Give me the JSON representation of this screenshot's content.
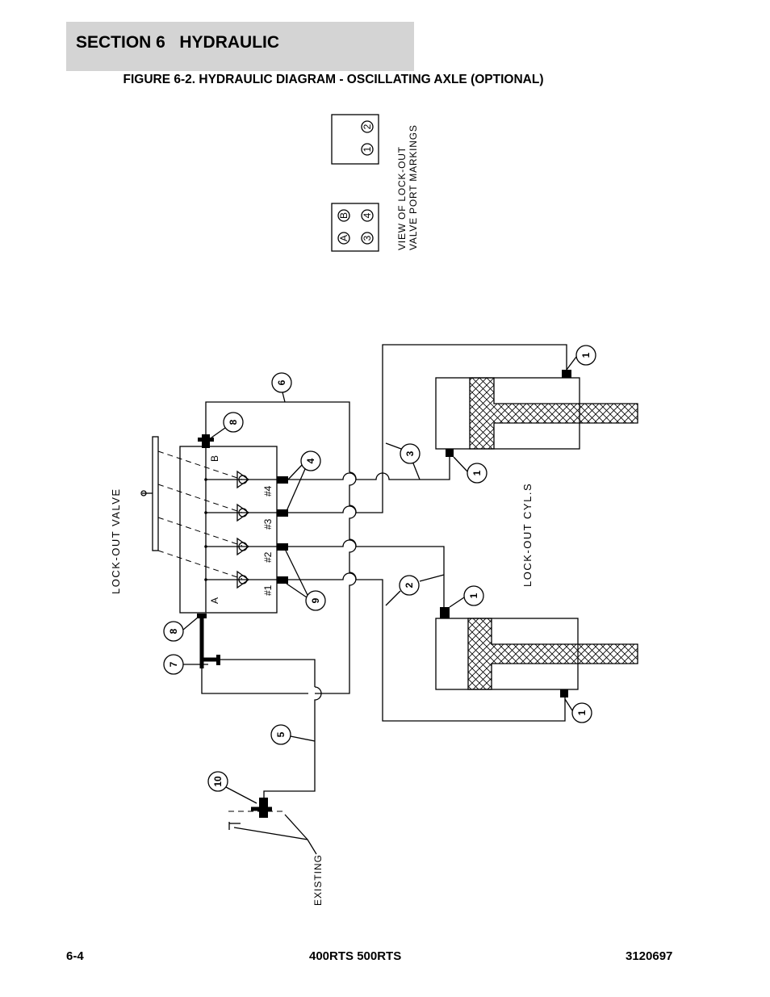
{
  "header": {
    "section_title": "SECTION 6   HYDRAULIC",
    "figure_title": "FIGURE 6-2. HYDRAULIC DIAGRAM - OSCILLATING AXLE (OPTIONAL)"
  },
  "diagram": {
    "port_view_caption_line1": "VIEW OF LOCK-OUT",
    "port_view_caption_line2": "VALVE PORT MARKINGS",
    "port_marks_left": [
      "A",
      "B",
      "3",
      "4"
    ],
    "port_marks_right": [
      "1",
      "2"
    ],
    "valve_label": "LOCK-OUT VALVE",
    "cylinders_label": "LOCK-OUT CYL.S",
    "existing_label": "EXISTING",
    "valve_port_a": "A",
    "valve_port_b": "B",
    "valve_ports": [
      "#1",
      "#2",
      "#3",
      "#4"
    ],
    "callouts": [
      "1",
      "1",
      "1",
      "1",
      "2",
      "3",
      "4",
      "5",
      "6",
      "7",
      "8",
      "8",
      "9",
      "10"
    ]
  },
  "footer": {
    "page_number": "6-4",
    "model": "400RTS 500RTS",
    "doc_number": "3120697"
  },
  "colors": {
    "header_band": "#d4d4d4",
    "ink": "#000000"
  }
}
